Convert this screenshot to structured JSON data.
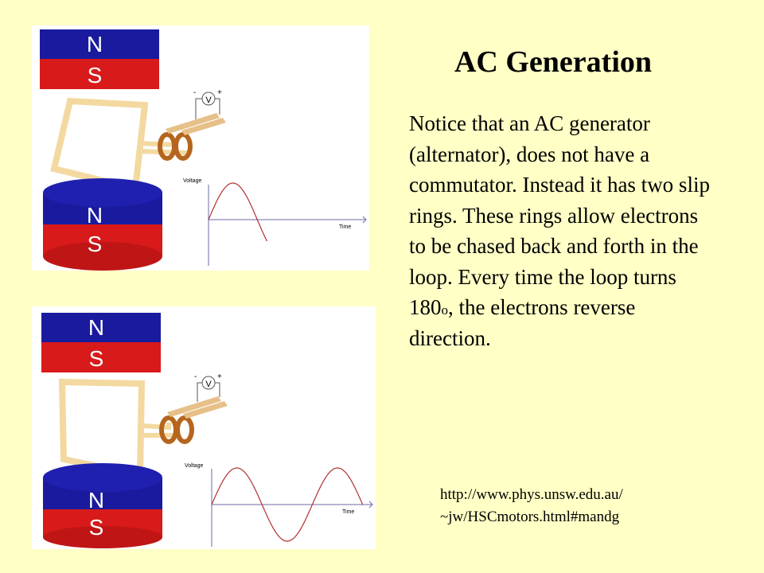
{
  "title": "AC Generation",
  "body": {
    "before_sup": "Notice that an AC generator (alternator), does not have a commutator.  Instead it has two slip rings.  These rings allow electrons to be chased back and forth in the loop.  Every time the loop turns 180",
    "sup": "o",
    "after_sup": ", the electrons reverse direction."
  },
  "source": {
    "line1": "http://www.phys.unsw.edu.au/",
    "line2": "~jw/HSCmotors.html#mandg"
  },
  "figures": {
    "top": {
      "magnet_top": {
        "north": "N",
        "south": "S"
      },
      "magnet_bottom": {
        "north": "N",
        "south": "S"
      },
      "meter": {
        "label": "V",
        "minus": "-",
        "plus": "+"
      },
      "graph": {
        "ylabel": "Voltage",
        "xlabel": "Time",
        "cycles_shown": 0.6
      }
    },
    "bottom": {
      "magnet_top": {
        "north": "N",
        "south": "S"
      },
      "magnet_bottom": {
        "north": "N",
        "south": "S"
      },
      "meter": {
        "label": "V",
        "minus": "-",
        "plus": "+"
      },
      "graph": {
        "ylabel": "Voltage",
        "xlabel": "Time",
        "cycles_shown": 1.5
      }
    }
  },
  "colors": {
    "background": "#FFFFC6",
    "north": "#1A1A9E",
    "south": "#D81A1A",
    "loop": "#F3D9A0",
    "ring": "#B5651D",
    "wave": "#B03030"
  }
}
